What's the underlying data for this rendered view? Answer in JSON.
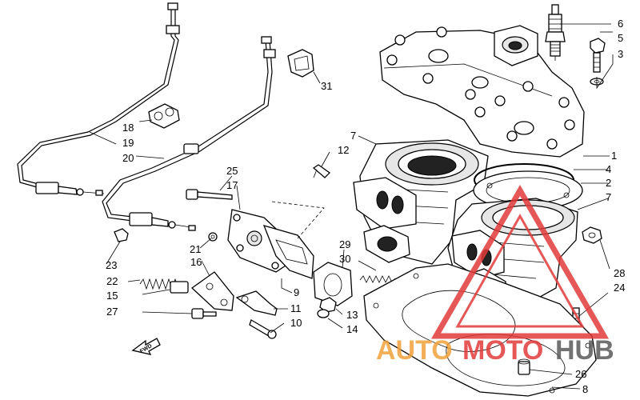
{
  "labels": {
    "p1": "1",
    "p2": "2",
    "p3": "3",
    "p4": "4",
    "p5": "5",
    "p6": "6",
    "p7a": "7",
    "p7b": "7",
    "p8": "8",
    "p9": "9",
    "p10": "10",
    "p11": "11",
    "p12": "12",
    "p13": "13",
    "p14": "14",
    "p15": "15",
    "p16": "16",
    "p17": "17",
    "p18": "18",
    "p19": "19",
    "p20": "20",
    "p21": "21",
    "p22": "22",
    "p23": "23",
    "p24": "24",
    "p25": "25",
    "p26": "26",
    "p27": "27",
    "p28": "28",
    "p29": "29",
    "p30": "30",
    "p31": "31"
  },
  "fwd_marker": "FWD",
  "watermark": {
    "part1": "AUTO",
    "part2": "MOTO",
    "part3": "HUB",
    "color_red": "#e23b3b",
    "color_orange": "#f0a23c",
    "color_grey": "#5a5a5a"
  }
}
